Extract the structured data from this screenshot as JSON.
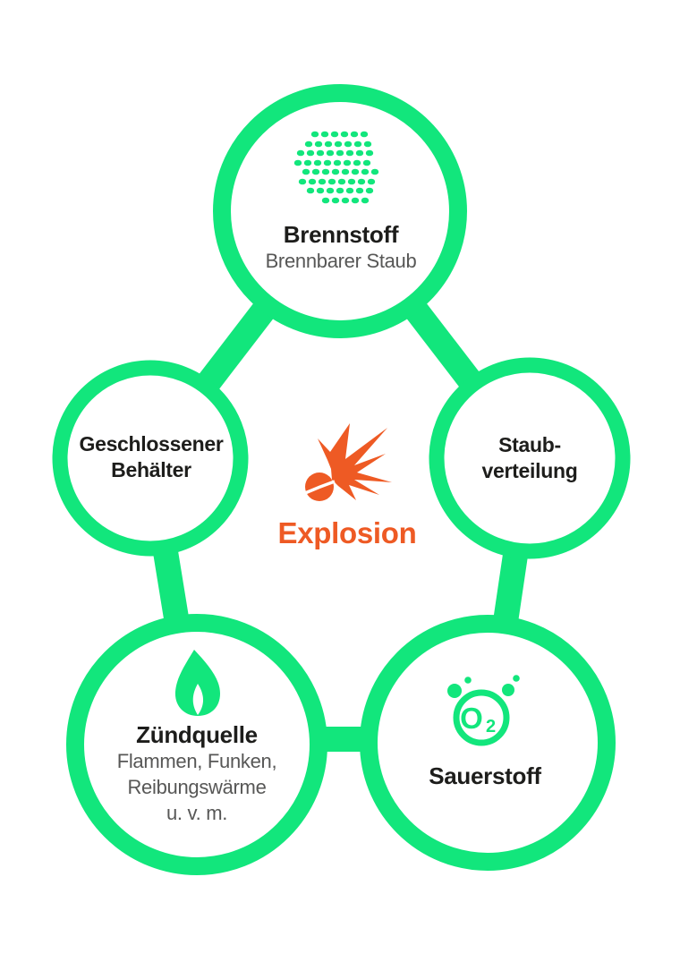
{
  "colors": {
    "green": "#12e67c",
    "orange": "#ee5a24",
    "text_dark": "#1d1d1b",
    "text_gray": "#575756",
    "background": "#ffffff"
  },
  "center": {
    "icon": "explosion-burst-icon",
    "label": "Explosion"
  },
  "nodes": {
    "fuel": {
      "icon": "dust-cloud-icon",
      "title": "Brennstoff",
      "subtitle": "Brennbarer Staub"
    },
    "enclosure": {
      "title_line1": "Geschlossener",
      "title_line2": "Behälter"
    },
    "dispersion": {
      "title_line1": "Staub-",
      "title_line2": "verteilung"
    },
    "ignition": {
      "icon": "flame-icon",
      "title": "Zündquelle",
      "subtitle_line1": "Flammen, Funken,",
      "subtitle_line2": "Reibungswärme",
      "subtitle_line3": "u. v. m."
    },
    "oxygen": {
      "icon": "oxygen-molecule-icon",
      "title": "Sauerstoff",
      "icon_letter": "O",
      "icon_subscript": "2"
    }
  }
}
